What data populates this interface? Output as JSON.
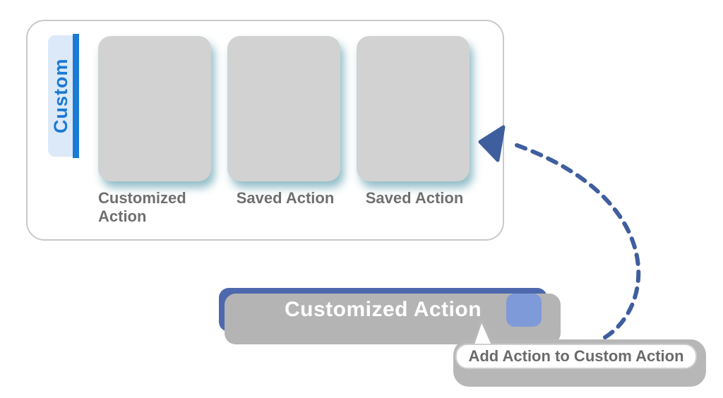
{
  "panel": {
    "tab_label": "Custom",
    "cards": [
      {
        "label": "Customized Action"
      },
      {
        "label": "Saved Action"
      },
      {
        "label": "Saved Action"
      }
    ]
  },
  "action_bar": {
    "label": "Customized Action"
  },
  "tooltip": {
    "text": "Add Action to Custom Action"
  },
  "colors": {
    "accent_blue": "#1b7ad3",
    "tab_bg": "#dce9f8",
    "card_gray": "#d2d2d2",
    "label_gray": "#6f6f6f",
    "bar_blue": "#4d68ac",
    "square_blue": "#7e9ad8",
    "arrow_blue": "#3f5e9e",
    "tooltip_text": "#6a6a6a"
  }
}
